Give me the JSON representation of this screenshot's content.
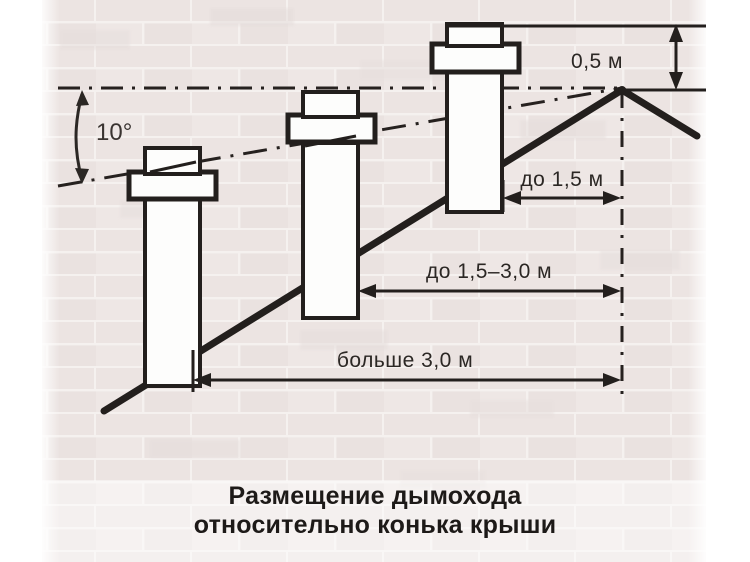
{
  "figure": {
    "title_line1": "Размещение дымохода",
    "title_line2": "относительно конька крыши",
    "background": "#f0eae8",
    "ink_color": "#231f1d",
    "page_background": "#ffffff"
  },
  "annotations": {
    "angle": "10°",
    "ridge_height": "0,5 м",
    "near_distance": "до 1,5 м",
    "mid_distance": "до 1,5–3,0 м",
    "far_distance": "больше 3,0 м"
  },
  "chart_data": {
    "type": "diagram",
    "title": "Размещение дымохода относительно конька крыши",
    "subject": "Chimney placement relative to the roof ridge",
    "measurements": [
      {
        "label": "10°",
        "kind": "angle",
        "value": 10,
        "unit": "degrees",
        "describes": "Slope of the reference line from the ridge down to chimney tops for chimneys farther than 3,0 m"
      },
      {
        "label": "0,5 м",
        "kind": "height",
        "value": 0.5,
        "unit": "m",
        "describes": "Minimum chimney height above the ridge when within 1,5 m of the ridge"
      },
      {
        "label": "до 1,5 м",
        "kind": "horizontal-distance",
        "value_max": 1.5,
        "unit": "m",
        "describes": "Horizontal distance from the ridge, up to 1,5 m"
      },
      {
        "label": "до 1,5–3,0 м",
        "kind": "horizontal-distance",
        "value_min": 1.5,
        "value_max": 3.0,
        "unit": "m",
        "describes": "Horizontal distance from the ridge, between 1,5 and 3,0 m"
      },
      {
        "label": "больше 3,0 м",
        "kind": "horizontal-distance",
        "value_min": 3.0,
        "unit": "m",
        "describes": "Horizontal distance from the ridge, more than 3,0 m"
      }
    ],
    "elements": [
      {
        "name": "chimney-far",
        "role": "chimney",
        "distance_band": "больше 3,0 м",
        "top_relation": "on the 10° line below ridge level"
      },
      {
        "name": "chimney-mid",
        "role": "chimney",
        "distance_band": "до 1,5–3,0 м",
        "top_relation": "at ridge level"
      },
      {
        "name": "chimney-near",
        "role": "chimney",
        "distance_band": "до 1,5 м",
        "top_relation": "0,5 м above ridge"
      },
      {
        "name": "roof-ridge",
        "role": "roof apex"
      },
      {
        "name": "roof-slope-left",
        "role": "roof plane"
      },
      {
        "name": "roof-slope-right",
        "role": "roof plane"
      }
    ]
  }
}
